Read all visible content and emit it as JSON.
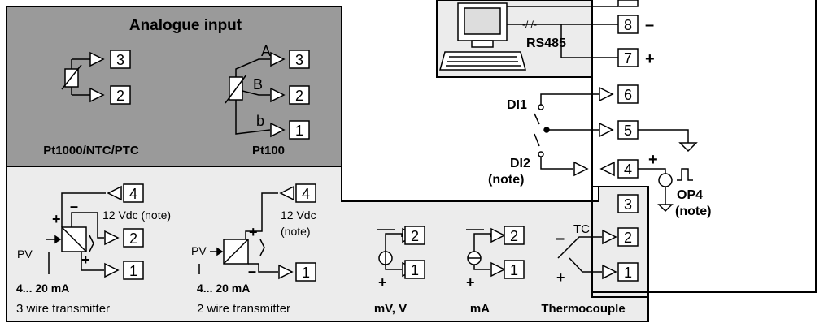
{
  "analogue": {
    "title": "Analogue input",
    "pt1000_label": "Pt1000/NTC/PTC",
    "pt100_label": "Pt100",
    "wire_a": "A",
    "wire_B": "B",
    "wire_b": "b"
  },
  "rs485": {
    "label": "RS485",
    "break_mark": "-/ /-"
  },
  "terminals": {
    "t1": "1",
    "t2": "2",
    "t3": "3",
    "t4": "4",
    "t5": "5",
    "t6": "6",
    "t7": "7",
    "t8": "8"
  },
  "polarity": {
    "plus": "+",
    "minus": "–"
  },
  "digital": {
    "di1": "DI1",
    "di2": "DI2",
    "note": "(note)",
    "op4": "OP4",
    "op4_note": "(note)",
    "pulse": "∏"
  },
  "transmitters": {
    "pv": "PV",
    "vdc_note": "12 Vdc (note)",
    "vdc": "12 Vdc",
    "vdc_note2": "(note)",
    "range": "4... 20 mA",
    "three_wire": "3 wire transmitter",
    "two_wire": "2 wire transmitter"
  },
  "inputs": {
    "mv": "mV, V",
    "ma": "mA",
    "tc_label": "TC",
    "thermocouple": "Thermocouple"
  }
}
